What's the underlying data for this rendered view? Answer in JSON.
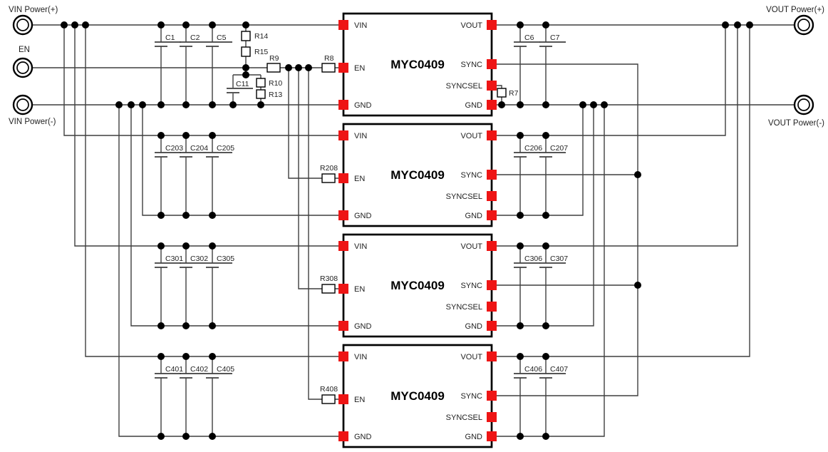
{
  "schematic": {
    "io": {
      "vin_plus": "VIN Power(+)",
      "en": "EN",
      "vin_minus": "VIN Power(-)",
      "vout_plus": "VOUT Power(+)",
      "vout_minus": "VOUT Power(-)"
    },
    "en_network": {
      "r14": "R14",
      "r15": "R15",
      "r9": "R9",
      "r10": "R10",
      "r13": "R13",
      "c11": "C11"
    },
    "modules": [
      {
        "name": "MYC0409",
        "pins": {
          "vin": "VIN",
          "en": "EN",
          "gnd_left": "GND",
          "vout": "VOUT",
          "sync": "SYNC",
          "syncsel": "SYNCSEL",
          "gnd_right": "GND"
        },
        "en_res": "R8",
        "syncsel_res": "R7",
        "in_caps": [
          "C1",
          "C2",
          "C5"
        ],
        "out_caps": [
          "C6",
          "C7"
        ]
      },
      {
        "name": "MYC0409",
        "pins": {
          "vin": "VIN",
          "en": "EN",
          "gnd_left": "GND",
          "vout": "VOUT",
          "sync": "SYNC",
          "syncsel": "SYNCSEL",
          "gnd_right": "GND"
        },
        "en_res": "R208",
        "in_caps": [
          "C203",
          "C204",
          "C205"
        ],
        "out_caps": [
          "C206",
          "C207"
        ]
      },
      {
        "name": "MYC0409",
        "pins": {
          "vin": "VIN",
          "en": "EN",
          "gnd_left": "GND",
          "vout": "VOUT",
          "sync": "SYNC",
          "syncsel": "SYNCSEL",
          "gnd_right": "GND"
        },
        "en_res": "R308",
        "in_caps": [
          "C301",
          "C302",
          "C305"
        ],
        "out_caps": [
          "C306",
          "C307"
        ]
      },
      {
        "name": "MYC0409",
        "pins": {
          "vin": "VIN",
          "en": "EN",
          "gnd_left": "GND",
          "vout": "VOUT",
          "sync": "SYNC",
          "syncsel": "SYNCSEL",
          "gnd_right": "GND"
        },
        "en_res": "R408",
        "in_caps": [
          "C401",
          "C402",
          "C405"
        ],
        "out_caps": [
          "C406",
          "C407"
        ]
      }
    ],
    "colors": {
      "wire": "#3f3f3f",
      "outline": "#000000",
      "pin": "#ee1515",
      "text": "#1f1f1f"
    }
  }
}
